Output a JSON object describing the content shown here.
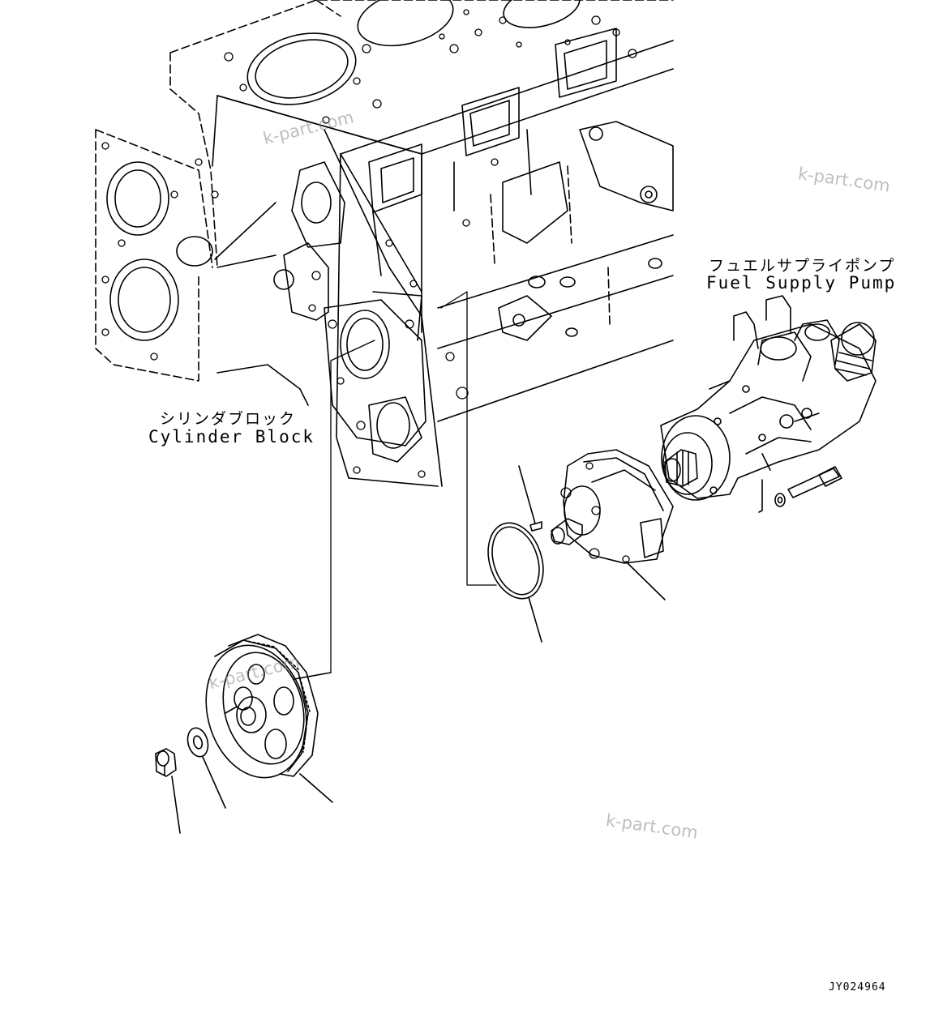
{
  "labels": {
    "cylinder_block": {
      "jp": "シリンダブロック",
      "en": "Cylinder Block"
    },
    "fuel_supply_pump": {
      "jp": "フュエルサプライポンプ",
      "en": "Fuel Supply Pump"
    }
  },
  "watermarks": [
    "k-part.com",
    "k-part.com",
    "k-part.com",
    "k-part.com"
  ],
  "drawing_code": "JY024964",
  "colors": {
    "line": "#000000",
    "background": "#ffffff",
    "watermark": "#8a8a8a"
  }
}
